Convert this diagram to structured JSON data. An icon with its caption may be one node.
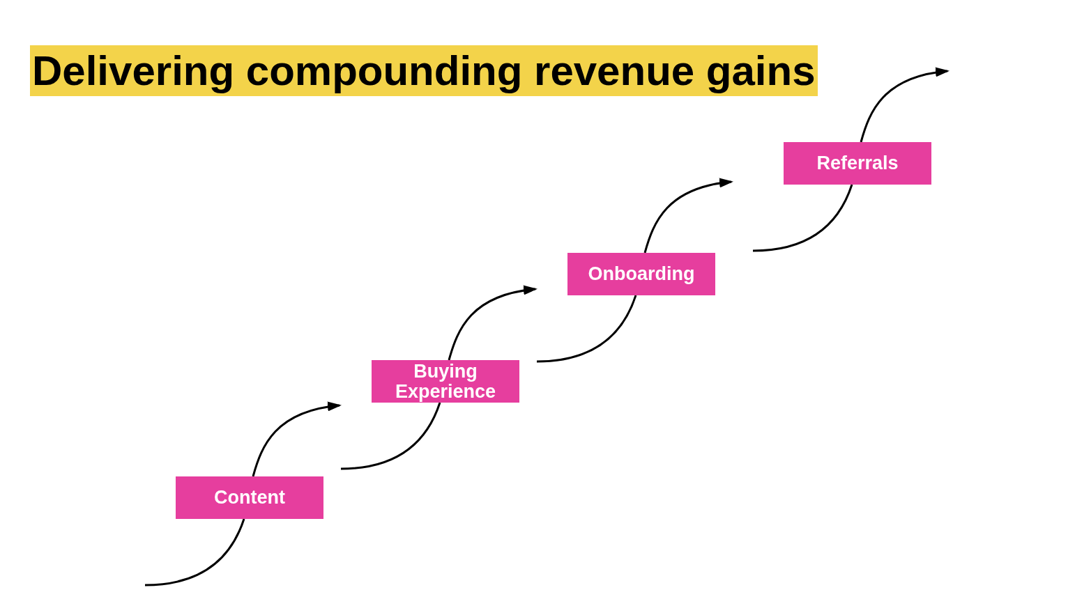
{
  "diagram": {
    "title": "Delivering compounding revenue gains",
    "nodes": [
      {
        "text": [
          "Content"
        ]
      },
      {
        "text": [
          "Buying Experience"
        ]
      },
      {
        "text": [
          "Onboarding"
        ]
      },
      {
        "text": [
          "Referrals"
        ]
      }
    ],
    "edges": [
      {
        "from": null,
        "to": 0,
        "arrow": "none"
      },
      {
        "from": 0,
        "to": null,
        "arrow": "to"
      },
      {
        "from": null,
        "to": 1,
        "arrow": "none"
      },
      {
        "from": 1,
        "to": null,
        "arrow": "to"
      },
      {
        "from": null,
        "to": 2,
        "arrow": "none"
      },
      {
        "from": 2,
        "to": null,
        "arrow": "to"
      },
      {
        "from": null,
        "to": 3,
        "arrow": "none"
      },
      {
        "from": 3,
        "to": null,
        "arrow": "to"
      }
    ]
  }
}
